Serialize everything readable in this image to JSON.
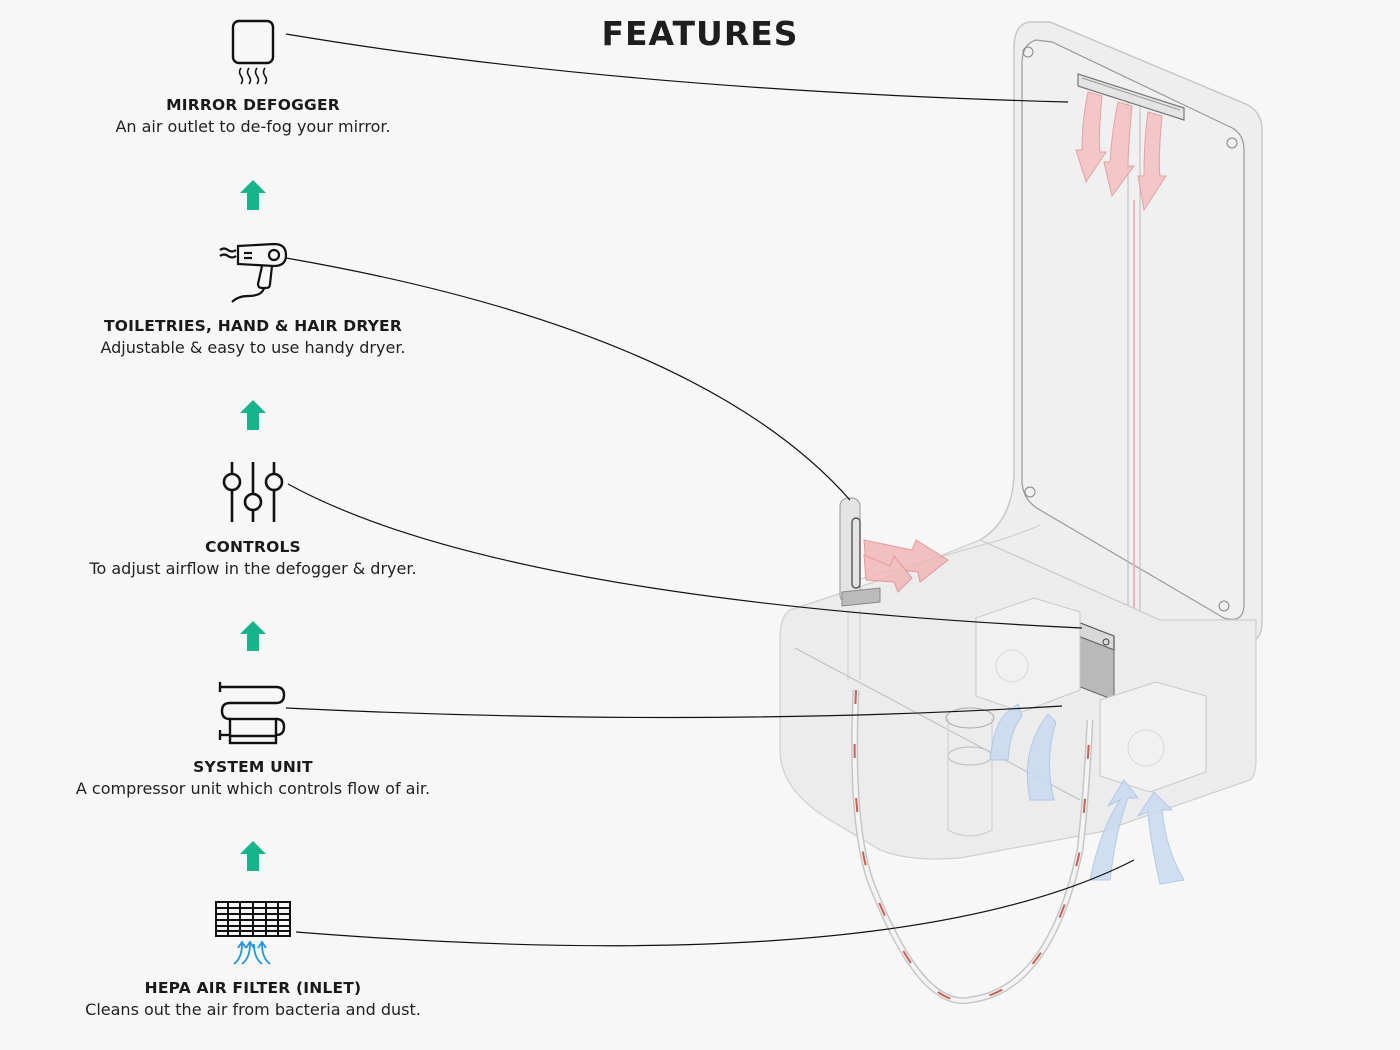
{
  "title": "FEATURES",
  "colors": {
    "background": "#f7f7f7",
    "arrow_green": "#16b48a",
    "inlet_blue": "#2196e6",
    "heated_air_red": "#e24b4b",
    "cool_air_blue": "#a9c8ec",
    "leader_line": "#111111"
  },
  "flow_arrow_icon": "up-arrow-icon",
  "features": [
    {
      "id": "mirror-defogger",
      "icon": "mirror-steam-icon",
      "name": "MIRROR DEFOGGER",
      "description": "An air outlet to de-fog your mirror."
    },
    {
      "id": "hair-dryer",
      "icon": "hair-dryer-icon",
      "name": "TOILETRIES, HAND & HAIR DRYER",
      "description": "Adjustable & easy to use handy dryer."
    },
    {
      "id": "controls",
      "icon": "sliders-icon",
      "name": "CONTROLS",
      "description": "To adjust airflow in the defogger & dryer."
    },
    {
      "id": "system-unit",
      "icon": "heater-coil-icon",
      "name": "SYSTEM UNIT",
      "description": "A compressor unit which controls flow of air."
    },
    {
      "id": "hepa-filter",
      "icon": "filter-grid-icon",
      "name": "HEPA AIR FILTER (INLET)",
      "description": "Cleans out the air from bacteria and dust."
    }
  ]
}
